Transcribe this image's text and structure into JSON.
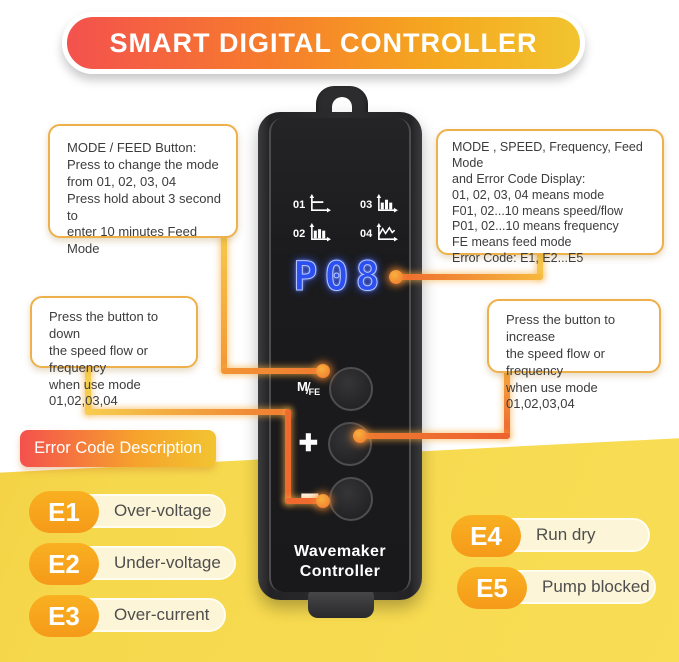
{
  "title_banner": {
    "label": "SMART DIGITAL CONTROLLER"
  },
  "callouts": {
    "mode_feed": {
      "lines": [
        "MODE / FEED Button:",
        "Press to change the mode",
        "from 01, 02, 03, 04",
        "Press hold about 3 second to",
        "enter 10 minutes Feed Mode"
      ]
    },
    "display": {
      "lines": [
        "MODE , SPEED, Frequency, Feed Mode",
        "and Error Code Display:",
        "01, 02, 03, 04 means mode",
        "F01, 02...10 means speed/flow",
        "P01, 02...10 means frequency",
        "FE means feed mode",
        "Error Code: E1, E2...E5"
      ]
    },
    "decrease": {
      "lines": [
        "Press the button to down",
        "the speed flow or frequency",
        "when use mode 01,02,03,04"
      ]
    },
    "increase": {
      "lines": [
        "Press the button to increase",
        "the speed flow or frequency",
        "when use mode 01,02,03,04"
      ]
    }
  },
  "device": {
    "display_value": "P08",
    "modes": [
      {
        "num": "01",
        "icon": "flat-line-chart-icon"
      },
      {
        "num": "03",
        "icon": "bar-wave-chart-icon"
      },
      {
        "num": "02",
        "icon": "bar-wave-chart-icon"
      },
      {
        "num": "04",
        "icon": "random-wave-chart-icon"
      }
    ],
    "buttons": {
      "mode_m": "M",
      "mode_slash": "/",
      "mode_fe": "FE",
      "plus_label": "+",
      "minus_label": "−"
    },
    "brand_line1": "Wavemaker",
    "brand_line2": "Controller"
  },
  "error_section": {
    "heading": "Error Code Description",
    "codes": [
      {
        "code": "E1",
        "desc": "Over-voltage"
      },
      {
        "code": "E2",
        "desc": "Under-voltage"
      },
      {
        "code": "E3",
        "desc": "Over-current"
      },
      {
        "code": "E4",
        "desc": "Run dry"
      },
      {
        "code": "E5",
        "desc": "Pump blocked"
      }
    ]
  },
  "colors": {
    "banner_red": "#f4514d",
    "banner_gold": "#f2c430",
    "background_yellow": "#f8dd55",
    "accent_orange": "#f59a19",
    "display_blue": "#2b4ff0"
  }
}
